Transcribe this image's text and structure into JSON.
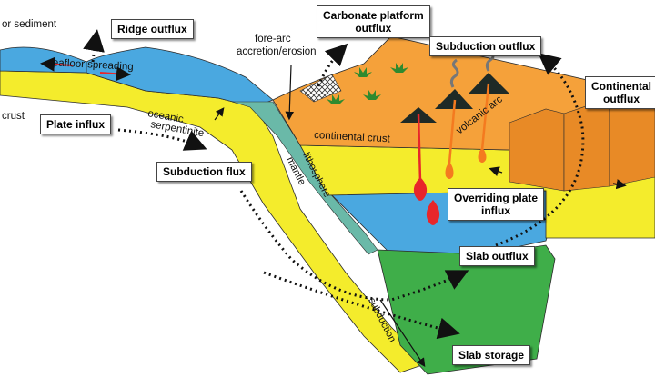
{
  "labels": {
    "seafloor_sediment": "or sediment",
    "crust_left": "crust",
    "seafloor_spreading": "seafloor spreading",
    "oceanic_serpentinite_1": "oceanic",
    "oceanic_serpentinite_2": "serpentinite",
    "fore_arc_1": "fore-arc",
    "fore_arc_2": "accretion/erosion",
    "continental_crust": "continental crust",
    "volcanic_arc": "volcanic arc",
    "mantle_lithosphere_1": "mantle",
    "mantle_lithosphere_2": "lithosphere",
    "subduction": "subduction"
  },
  "boxes": {
    "ridge_outflux": "Ridge outflux",
    "carbonate_1": "Carbonate platform",
    "carbonate_2": "outflux",
    "subduction_outflux": "Subduction outflux",
    "continental_1": "Continental",
    "continental_2": "outflux",
    "plate_influx": "Plate influx",
    "subduction_flux": "Subduction flux",
    "overriding_1": "Overriding plate",
    "overriding_2": "influx",
    "slab_outflux": "Slab outflux",
    "slab_storage": "Slab storage"
  },
  "colors": {
    "ocean": "#4aa8e0",
    "crust_yellow": "#f4ec2c",
    "continental_orange": "#f5a13a",
    "continental_side": "#e88a26",
    "slab_green": "#3fae49",
    "teal_band": "#6ab9a8",
    "magma_red": "#e8262a",
    "magma_orange": "#f47a1f",
    "volcano_dark": "#1e2a26",
    "plant_green": "#2f8a2f"
  }
}
